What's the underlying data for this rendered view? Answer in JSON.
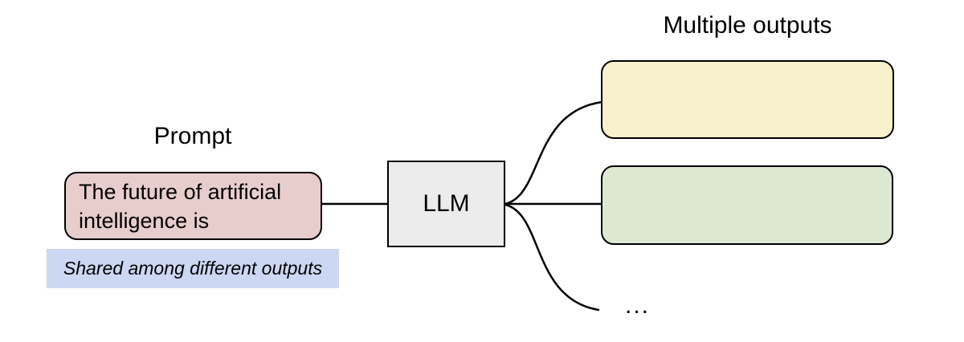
{
  "prompt": {
    "heading": "Prompt",
    "text": "The future of artificial intelligence is",
    "note": "Shared among different outputs"
  },
  "llm": {
    "label": "LLM"
  },
  "outputs": {
    "heading": "Multiple outputs",
    "ellipsis": "..."
  },
  "colors": {
    "prompt_box_fill": "#e8cdcd",
    "note_highlight_fill": "#ccd7f3",
    "llm_box_fill": "#ececec",
    "output_box_1_fill": "#f9f0cc",
    "output_box_2_fill": "#dde8d3",
    "connector_stroke": "#000000"
  }
}
